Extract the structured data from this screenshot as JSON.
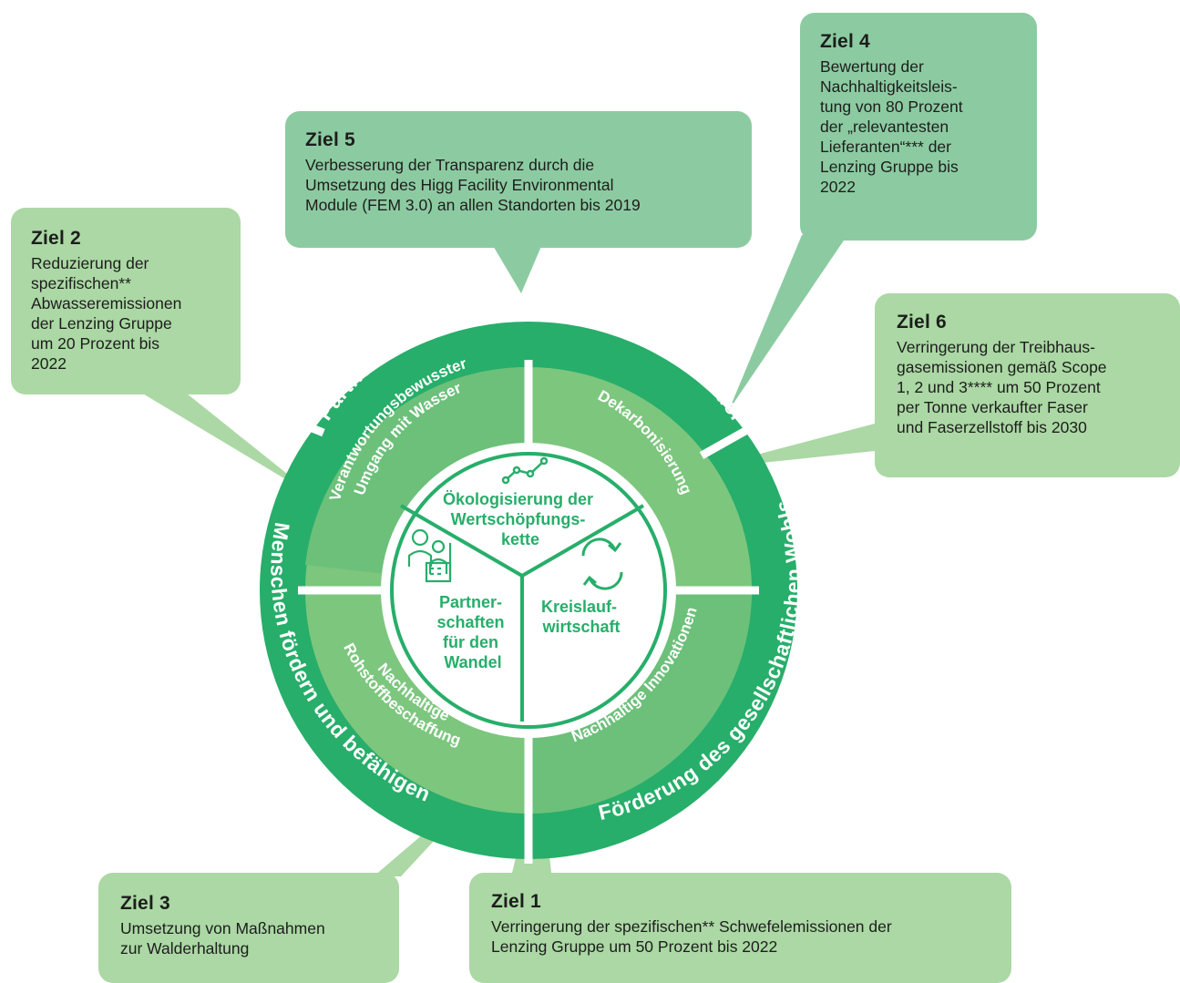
{
  "colors": {
    "ring_outer": "#27ae6a",
    "ring_middle_light": "#7dc67e",
    "ring_middle_mid": "#6cc07a",
    "inner_stroke": "#27ae6a",
    "box_light": "#abd8a4",
    "box_mid": "#8ccba1",
    "white": "#ffffff"
  },
  "outer_ring": {
    "top": "Partnerschaften für den systemischen Wandel",
    "left": "Menschen fördern und befähigen",
    "right": "Förderung des gesellschaftlichen Wohls"
  },
  "middle_ring": {
    "water_line1": "Verantwortungsbewusster",
    "water_line2": "Umgang mit Wasser",
    "decarb": "Dekarbonisierung",
    "innov": "Nachhaltige Innovationen",
    "raw_line1": "Nachhaltige",
    "raw_line2": "Rohstoffbeschaffung"
  },
  "center": {
    "top": [
      "Ökologisierung der",
      "Wertschöpfungs-",
      "kette"
    ],
    "right": [
      "Kreislauf-",
      "wirtschaft"
    ],
    "left": [
      "Partner-",
      "schaften",
      "für den",
      "Wandel"
    ],
    "icons": {
      "top": "value-chain-icon",
      "right": "circular-arrows-icon",
      "left": "people-factory-icon"
    }
  },
  "goals": {
    "ziel1": {
      "title": "Ziel 1",
      "lines": [
        "Verringerung der spezifischen** Schwefelemissionen der",
        "Lenzing Gruppe um 50 Prozent bis 2022"
      ]
    },
    "ziel2": {
      "title": "Ziel 2",
      "lines": [
        "Reduzierung der",
        "spezifischen**",
        "Abwasseremissionen",
        "der Lenzing Gruppe",
        "um 20 Prozent bis",
        "2022"
      ]
    },
    "ziel3": {
      "title": "Ziel 3",
      "lines": [
        "Umsetzung von Maßnahmen",
        "zur Walderhaltung"
      ]
    },
    "ziel4": {
      "title": "Ziel 4",
      "lines": [
        "Bewertung der",
        "Nachhaltigkeitsleis-",
        "tung von 80 Prozent",
        "der „relevantesten",
        "Lieferanten“*** der",
        "Lenzing Gruppe bis",
        "2022"
      ]
    },
    "ziel5": {
      "title": "Ziel 5",
      "lines": [
        "Verbesserung der Transparenz durch die",
        "Umsetzung des Higg Facility Environmental",
        "Module (FEM 3.0) an allen Standorten bis 2019"
      ]
    },
    "ziel6": {
      "title": "Ziel 6",
      "lines": [
        "Verringerung der Treibhaus-",
        "gasemissionen gemäß Scope",
        "1, 2 und 3****  um 50 Prozent",
        "per Tonne verkaufter Faser",
        "und Faserzellstoff bis 2030"
      ]
    }
  }
}
